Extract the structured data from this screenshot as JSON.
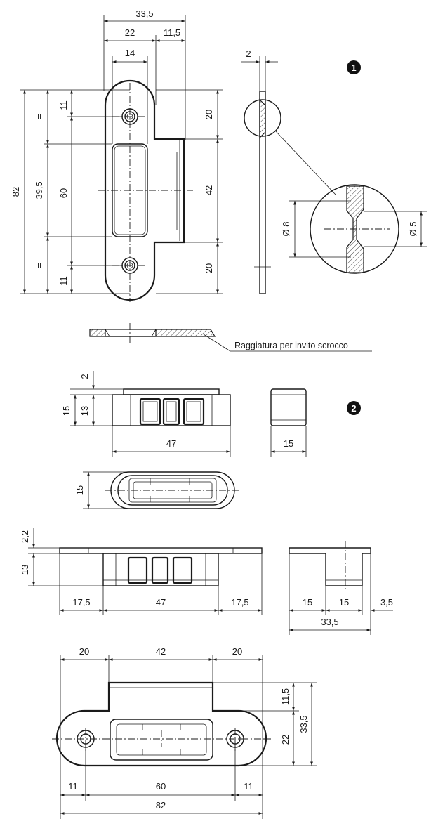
{
  "badges": {
    "part1": "1",
    "part2": "2"
  },
  "part1": {
    "front": {
      "w_total": "33,5",
      "w_22": "22",
      "w_11_5": "11,5",
      "w_14": "14",
      "h_82": "82",
      "eq_top": "=",
      "eq_bottom": "=",
      "h_39_5": "39,5",
      "h_60": "60",
      "h_11_top": "11",
      "h_11_bottom": "11",
      "h_20_top": "20",
      "h_42": "42",
      "h_20_bottom": "20"
    },
    "side": {
      "thickness": "2"
    },
    "detail": {
      "outer_dia": "Ø 8",
      "inner_dia": "Ø 5"
    },
    "section_note": "Raggiatura per invito scrocco"
  },
  "part2": {
    "box_front": {
      "h_15": "15",
      "h_13": "13",
      "h_2": "2",
      "w_47": "47"
    },
    "box_side": {
      "w_15": "15"
    },
    "box_top": {
      "h_15": "15"
    },
    "assembly_front": {
      "h_2_2": "2,2",
      "h_13": "13",
      "w_17_5_left": "17,5",
      "w_47": "47",
      "w_17_5_right": "17,5"
    },
    "assembly_side": {
      "w_15_a": "15",
      "w_15_b": "15",
      "w_3_5": "3,5",
      "w_33_5": "33,5"
    },
    "plate_plan": {
      "w_20_left": "20",
      "w_42": "42",
      "w_20_right": "20",
      "h_11_5": "11,5",
      "h_22": "22",
      "h_33_5": "33,5",
      "w_11_left": "11",
      "w_60": "60",
      "w_11_right": "11",
      "w_82": "82"
    }
  }
}
